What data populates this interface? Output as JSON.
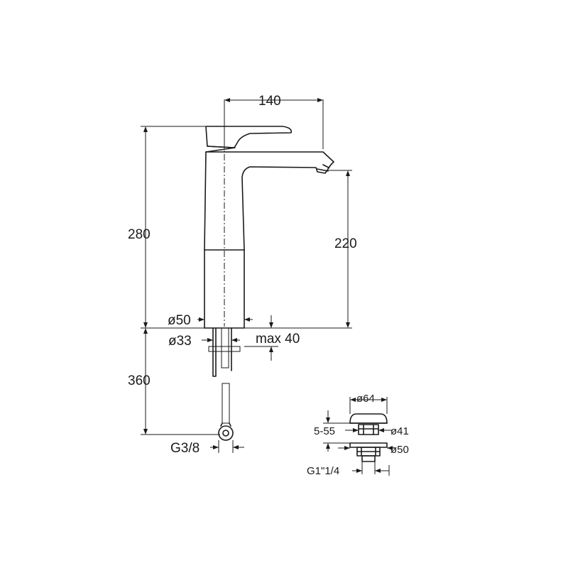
{
  "faucet": {
    "dim_spout_reach": "140",
    "dim_total_height": "280",
    "dim_spout_height": "220",
    "dim_body_diameter": "ø50",
    "dim_shank_diameter": "ø33",
    "dim_max_countertop": "max 40",
    "dim_hose_length": "360",
    "dim_connection": "G3/8"
  },
  "waste_valve": {
    "dim_cap_diameter": "ø64",
    "dim_height_range": "5-55",
    "dim_ring_diameter": "ø41",
    "dim_flange_diameter": "ø50",
    "dim_thread": "G1\"1/4"
  }
}
